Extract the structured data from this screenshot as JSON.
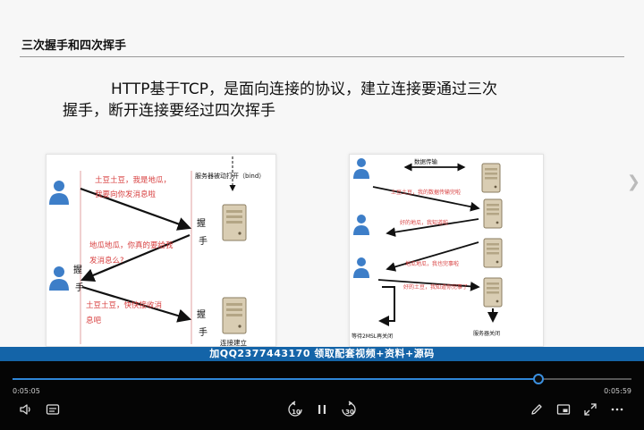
{
  "slide": {
    "title": "三次握手和四次挥手",
    "headline_line1": "HTTP基于TCP，是面向连接的协议，建立连接要通过三次",
    "headline_line2": "握手，断开连接要经过四次挥手"
  },
  "handshake": {
    "server_label": "服务器被动打开（bind）",
    "msg1_line1": "土豆土豆，我是地瓜，",
    "msg1_line2": "我要向你发消息啦",
    "msg2_line1": "地瓜地瓜，你真的要给我",
    "msg2_line2": "发消息么?",
    "msg3_line1": "土豆土豆，快快接收消",
    "msg3_line2": "息吧",
    "wo": "握",
    "shou": "手",
    "connected_label": "连接建立"
  },
  "wave": {
    "data_transfer_label": "数据传输",
    "msg1": "土豆土豆，我的数据传输完啦",
    "msg2": "好的地瓜，我知道啦",
    "msg3": "地瓜地瓜，我也完事啦",
    "msg4": "好的土豆，我知道你完事了",
    "wait_label": "等待2MSL再关闭",
    "server_closed_label": "服务器关闭"
  },
  "banner": {
    "text": "加QQ2377443170 领取配套视频+资料+源码"
  },
  "player": {
    "current_time": "0:05:05",
    "total_time": "0:05:59",
    "progress": 0.85,
    "skip_back_seconds": "10",
    "skip_forward_seconds": "30"
  },
  "colors": {
    "accent": "#2f86d8",
    "banner": "#1464a8",
    "message_red": "#d84040",
    "person_blue": "#3d7ec8"
  },
  "icons": {
    "volume": "volume-icon",
    "subtitles": "subtitles-icon",
    "skip_back": "skip-back-10-icon",
    "pause": "pause-icon",
    "skip_forward": "skip-forward-30-icon",
    "edit": "pencil-icon",
    "pip": "picture-in-picture-icon",
    "fullscreen": "fullscreen-icon",
    "more": "more-icon"
  }
}
